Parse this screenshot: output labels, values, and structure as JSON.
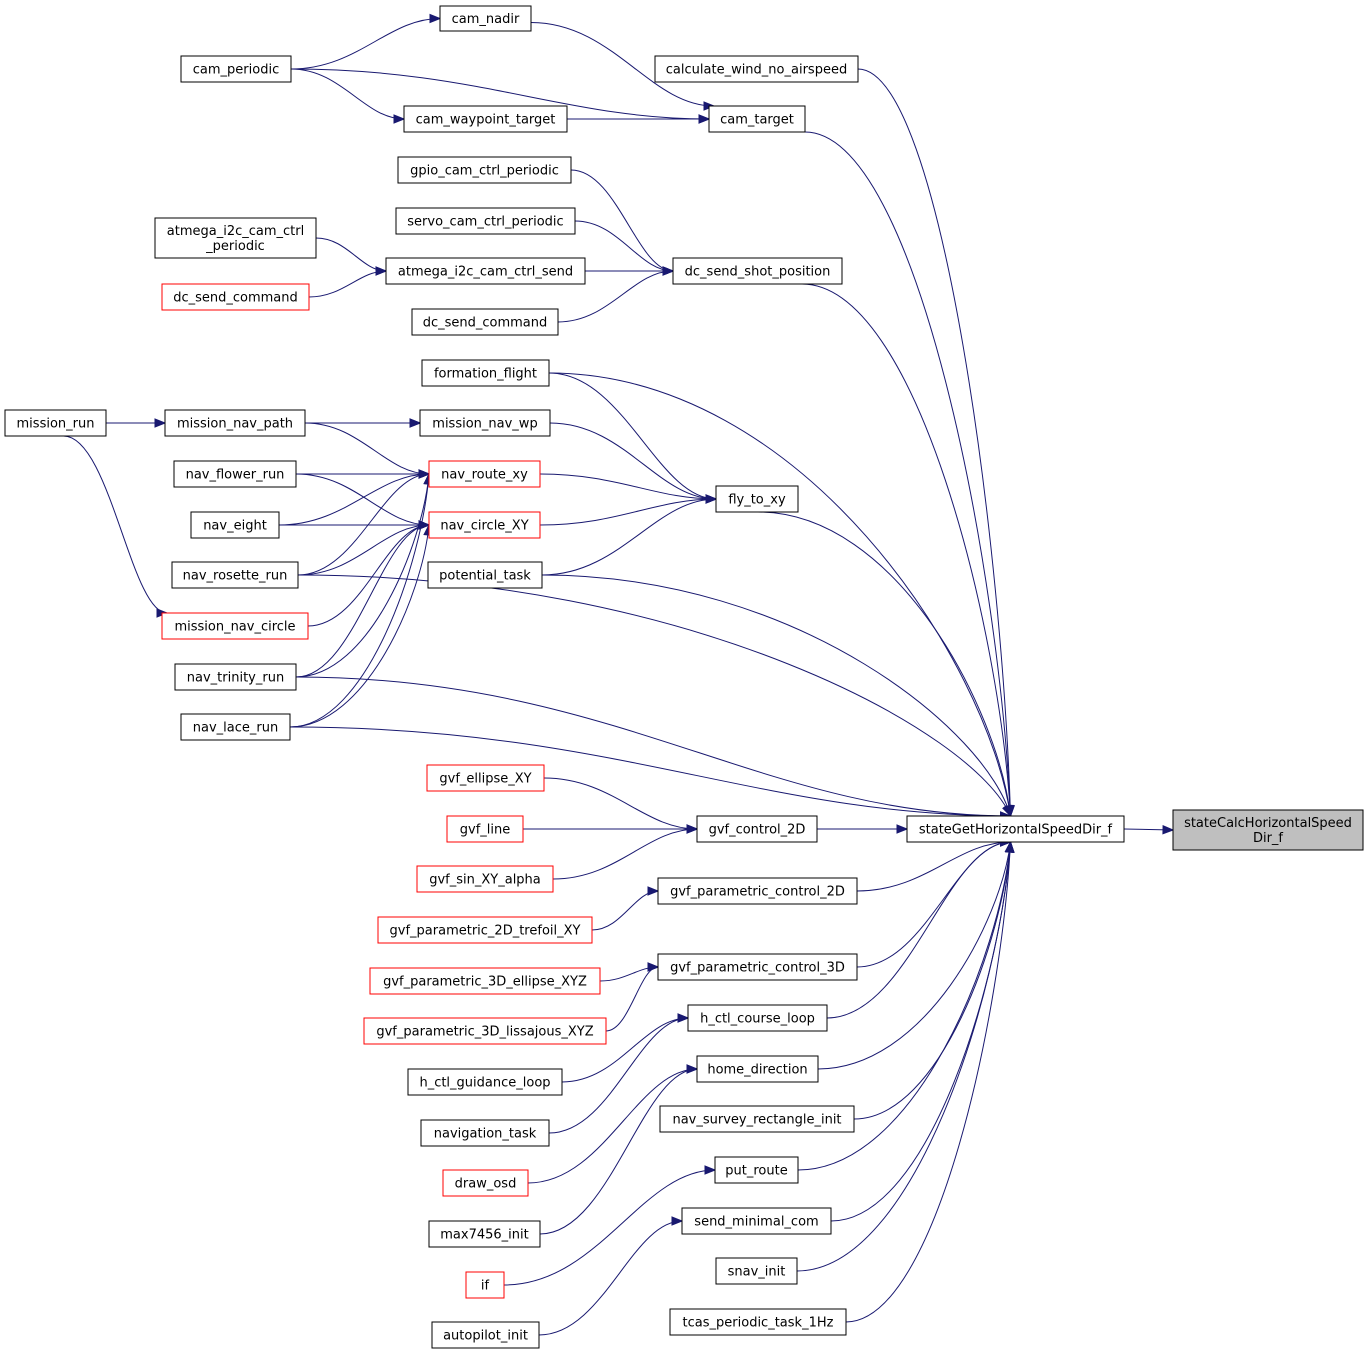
{
  "graph": {
    "colors": {
      "edge": "#191970",
      "node_border": "#000000",
      "node_border_truncated": "#ff0000",
      "root_fill": "#bfbfbf"
    },
    "nodes": [
      {
        "id": "scalc",
        "lines": [
          "stateCalcHorizontalSpeed",
          "Dir_f"
        ],
        "style": "root"
      },
      {
        "id": "sget",
        "lines": [
          "stateGetHorizontalSpeedDir_f"
        ]
      },
      {
        "id": "cam_nadir",
        "lines": [
          "cam_nadir"
        ]
      },
      {
        "id": "cam_periodic",
        "lines": [
          "cam_periodic"
        ]
      },
      {
        "id": "calc_wind",
        "lines": [
          "calculate_wind_no_airspeed"
        ]
      },
      {
        "id": "cam_wp",
        "lines": [
          "cam_waypoint_target"
        ]
      },
      {
        "id": "cam_target",
        "lines": [
          "cam_target"
        ]
      },
      {
        "id": "gpio",
        "lines": [
          "gpio_cam_ctrl_periodic"
        ]
      },
      {
        "id": "servo",
        "lines": [
          "servo_cam_ctrl_periodic"
        ]
      },
      {
        "id": "atm_per",
        "lines": [
          "atmega_i2c_cam_ctrl",
          "_periodic"
        ]
      },
      {
        "id": "atm_send",
        "lines": [
          "atmega_i2c_cam_ctrl_send"
        ]
      },
      {
        "id": "dc_shot",
        "lines": [
          "dc_send_shot_position"
        ]
      },
      {
        "id": "dc_cmd_r",
        "lines": [
          "dc_send_command"
        ],
        "style": "red"
      },
      {
        "id": "dc_cmd",
        "lines": [
          "dc_send_command"
        ]
      },
      {
        "id": "formation",
        "lines": [
          "formation_flight"
        ]
      },
      {
        "id": "mission_run",
        "lines": [
          "mission_run"
        ]
      },
      {
        "id": "mission_path",
        "lines": [
          "mission_nav_path"
        ]
      },
      {
        "id": "mission_wp",
        "lines": [
          "mission_nav_wp"
        ]
      },
      {
        "id": "flower",
        "lines": [
          "nav_flower_run"
        ]
      },
      {
        "id": "route_xy",
        "lines": [
          "nav_route_xy"
        ],
        "style": "red"
      },
      {
        "id": "eight",
        "lines": [
          "nav_eight"
        ]
      },
      {
        "id": "circle_xy",
        "lines": [
          "nav_circle_XY"
        ],
        "style": "red"
      },
      {
        "id": "fly",
        "lines": [
          "fly_to_xy"
        ]
      },
      {
        "id": "rosette",
        "lines": [
          "nav_rosette_run"
        ]
      },
      {
        "id": "potential",
        "lines": [
          "potential_task"
        ]
      },
      {
        "id": "mcircle",
        "lines": [
          "mission_nav_circle"
        ],
        "style": "red"
      },
      {
        "id": "trinity",
        "lines": [
          "nav_trinity_run"
        ]
      },
      {
        "id": "lace",
        "lines": [
          "nav_lace_run"
        ]
      },
      {
        "id": "gell",
        "lines": [
          "gvf_ellipse_XY"
        ],
        "style": "red"
      },
      {
        "id": "gline",
        "lines": [
          "gvf_line"
        ],
        "style": "red"
      },
      {
        "id": "gctl2d",
        "lines": [
          "gvf_control_2D"
        ]
      },
      {
        "id": "gsin",
        "lines": [
          "gvf_sin_XY_alpha"
        ],
        "style": "red"
      },
      {
        "id": "gp2d",
        "lines": [
          "gvf_parametric_control_2D"
        ]
      },
      {
        "id": "gtref",
        "lines": [
          "gvf_parametric_2D_trefoil_XY"
        ],
        "style": "red"
      },
      {
        "id": "gp3d",
        "lines": [
          "gvf_parametric_control_3D"
        ]
      },
      {
        "id": "g3ell",
        "lines": [
          "gvf_parametric_3D_ellipse_XYZ"
        ],
        "style": "red"
      },
      {
        "id": "g3lis",
        "lines": [
          "gvf_parametric_3D_lissajous_XYZ"
        ],
        "style": "red"
      },
      {
        "id": "hcourse",
        "lines": [
          "h_ctl_course_loop"
        ]
      },
      {
        "id": "hguid",
        "lines": [
          "h_ctl_guidance_loop"
        ]
      },
      {
        "id": "home",
        "lines": [
          "home_direction"
        ]
      },
      {
        "id": "navtask",
        "lines": [
          "navigation_task"
        ]
      },
      {
        "id": "survey",
        "lines": [
          "nav_survey_rectangle_init"
        ]
      },
      {
        "id": "osd",
        "lines": [
          "draw_osd"
        ],
        "style": "red"
      },
      {
        "id": "put",
        "lines": [
          "put_route"
        ]
      },
      {
        "id": "max",
        "lines": [
          "max7456_init"
        ]
      },
      {
        "id": "sendmin",
        "lines": [
          "send_minimal_com"
        ]
      },
      {
        "id": "if",
        "lines": [
          "if"
        ],
        "style": "red"
      },
      {
        "id": "snav",
        "lines": [
          "snav_init"
        ]
      },
      {
        "id": "autopilot",
        "lines": [
          "autopilot_init"
        ]
      },
      {
        "id": "tcas",
        "lines": [
          "tcas_periodic_task_1Hz"
        ]
      }
    ],
    "edges": [
      [
        "sget",
        "scalc"
      ],
      [
        "cam_periodic",
        "cam_nadir"
      ],
      [
        "cam_periodic",
        "cam_wp"
      ],
      [
        "cam_periodic",
        "cam_target"
      ],
      [
        "cam_nadir",
        "cam_target"
      ],
      [
        "cam_wp",
        "cam_target"
      ],
      [
        "cam_target",
        "sget"
      ],
      [
        "calc_wind",
        "sget"
      ],
      [
        "gpio",
        "dc_shot"
      ],
      [
        "servo",
        "dc_shot"
      ],
      [
        "atm_per",
        "atm_send"
      ],
      [
        "dc_cmd_r",
        "atm_send"
      ],
      [
        "atm_send",
        "dc_shot"
      ],
      [
        "dc_cmd",
        "dc_shot"
      ],
      [
        "dc_shot",
        "sget"
      ],
      [
        "formation",
        "fly"
      ],
      [
        "formation",
        "sget"
      ],
      [
        "mission_run",
        "mission_path"
      ],
      [
        "mission_run",
        "mission_wp"
      ],
      [
        "mission_run",
        "mcircle"
      ],
      [
        "mission_path",
        "mission_wp"
      ],
      [
        "mission_path",
        "route_xy"
      ],
      [
        "mission_wp",
        "fly"
      ],
      [
        "flower",
        "route_xy"
      ],
      [
        "flower",
        "circle_xy"
      ],
      [
        "eight",
        "route_xy"
      ],
      [
        "eight",
        "circle_xy"
      ],
      [
        "rosette",
        "route_xy"
      ],
      [
        "rosette",
        "circle_xy"
      ],
      [
        "rosette",
        "sget"
      ],
      [
        "mcircle",
        "circle_xy"
      ],
      [
        "trinity",
        "route_xy"
      ],
      [
        "trinity",
        "circle_xy"
      ],
      [
        "trinity",
        "sget"
      ],
      [
        "lace",
        "route_xy"
      ],
      [
        "lace",
        "circle_xy"
      ],
      [
        "lace",
        "sget"
      ],
      [
        "route_xy",
        "fly"
      ],
      [
        "circle_xy",
        "fly"
      ],
      [
        "potential",
        "fly"
      ],
      [
        "potential",
        "sget"
      ],
      [
        "fly",
        "sget"
      ],
      [
        "gell",
        "gctl2d"
      ],
      [
        "gline",
        "gctl2d"
      ],
      [
        "gsin",
        "gctl2d"
      ],
      [
        "gctl2d",
        "sget"
      ],
      [
        "gtref",
        "gp2d"
      ],
      [
        "gp2d",
        "sget"
      ],
      [
        "g3ell",
        "gp3d"
      ],
      [
        "g3lis",
        "gp3d"
      ],
      [
        "gp3d",
        "sget"
      ],
      [
        "hguid",
        "hcourse"
      ],
      [
        "navtask",
        "hcourse"
      ],
      [
        "hcourse",
        "sget"
      ],
      [
        "osd",
        "home"
      ],
      [
        "max",
        "home"
      ],
      [
        "home",
        "sget"
      ],
      [
        "survey",
        "sget"
      ],
      [
        "if",
        "put"
      ],
      [
        "put",
        "sget"
      ],
      [
        "autopilot",
        "sendmin"
      ],
      [
        "sendmin",
        "sget"
      ],
      [
        "snav",
        "sget"
      ],
      [
        "tcas",
        "sget"
      ]
    ]
  }
}
